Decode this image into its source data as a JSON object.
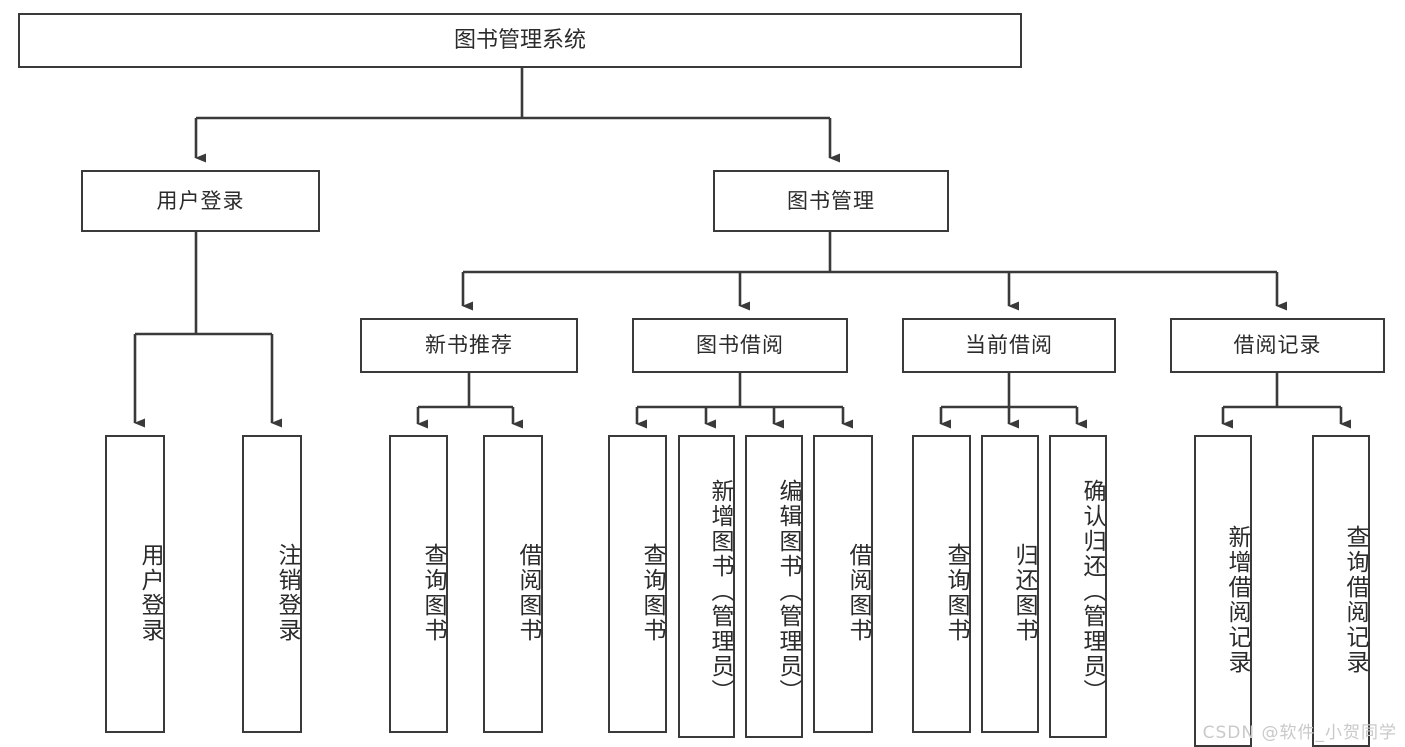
{
  "diagram": {
    "title": "图书管理系统",
    "type": "tree-hierarchy-diagram",
    "watermark": "CSDN @软件_小贺同学",
    "colors": {
      "stroke": "#3a3a3a",
      "fill": "#ffffff",
      "text": "#2b2b2b",
      "watermark": "#c9c9c9"
    },
    "nodes": {
      "root": "图书管理系统",
      "level1": [
        "用户登录",
        "图书管理"
      ],
      "level2": [
        "新书推荐",
        "图书借阅",
        "当前借阅",
        "借阅记录"
      ],
      "leaves": {
        "user_login": [
          "用户登录",
          "注销登录"
        ],
        "new_book_recommend": [
          "查询图书",
          "借阅图书"
        ],
        "book_borrow": [
          "查询图书",
          "新增图书（管理员）",
          "编辑图书（管理员）",
          "借阅图书"
        ],
        "current_borrow": [
          "查询图书",
          "归还图书",
          "确认归还（管理员）"
        ],
        "borrow_record": [
          "新增借阅记录",
          "查询借阅记录"
        ]
      }
    }
  }
}
